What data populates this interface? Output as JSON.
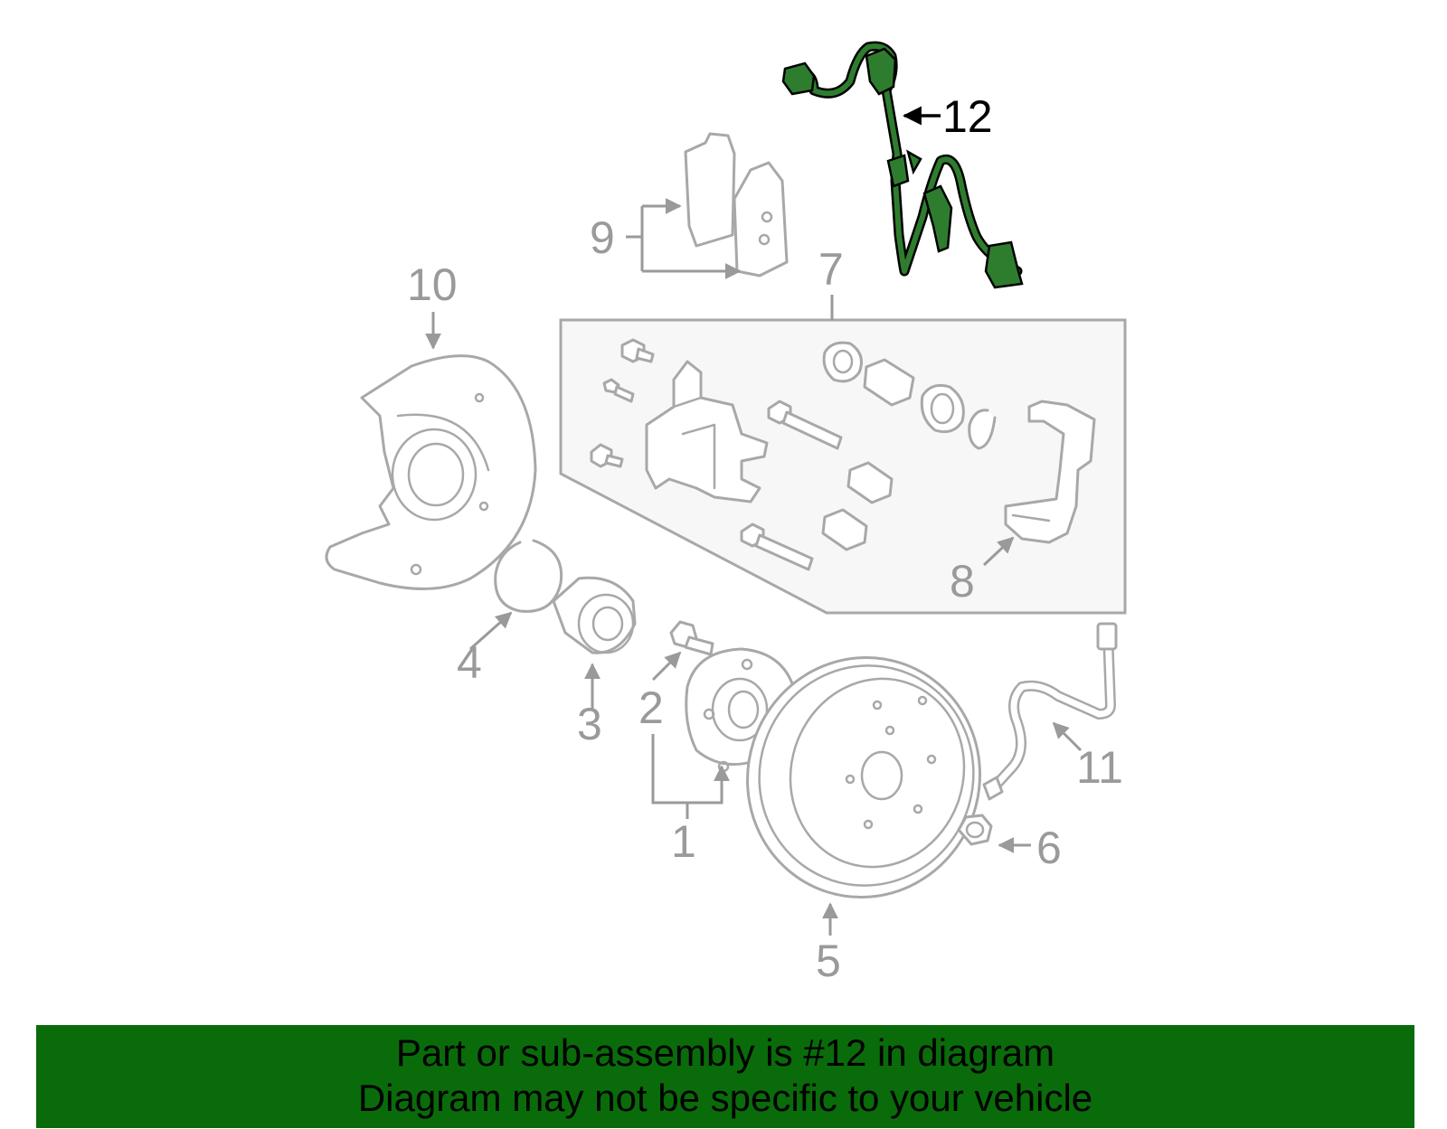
{
  "diagram": {
    "callouts": [
      "1",
      "2",
      "3",
      "4",
      "5",
      "6",
      "7",
      "8",
      "9",
      "10",
      "11",
      "12"
    ],
    "highlighted_part": "12",
    "highlight_color": "#2e7d2e",
    "part_line_color": "#a8a8a8",
    "callout_color": "#9a9a9a"
  },
  "banner": {
    "line1": "Part or sub-assembly is #12 in diagram",
    "line2": "Diagram may not be specific to your vehicle",
    "background": "#0a6b0a"
  }
}
